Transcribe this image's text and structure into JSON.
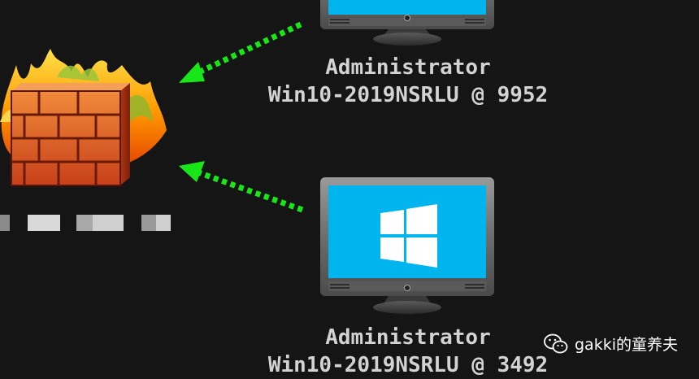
{
  "hosts": [
    {
      "user": "Administrator",
      "machine": "Win10-2019NSRLU @ 9952"
    },
    {
      "user": "Administrator",
      "machine": "Win10-2019NSRLU @ 3492"
    }
  ],
  "watermark": {
    "text": "gakki的童养夫"
  },
  "colors": {
    "background": "#151515",
    "screen": "#00b4ee",
    "arrow": "#19e619",
    "label": "#d3d3d3"
  },
  "icons": {
    "firewall": "firewall-brick-wall-flames-icon",
    "windows_logo": "windows-logo-icon",
    "arrow": "dotted-green-arrow-icon",
    "watermark_icon": "wechat-icon"
  }
}
